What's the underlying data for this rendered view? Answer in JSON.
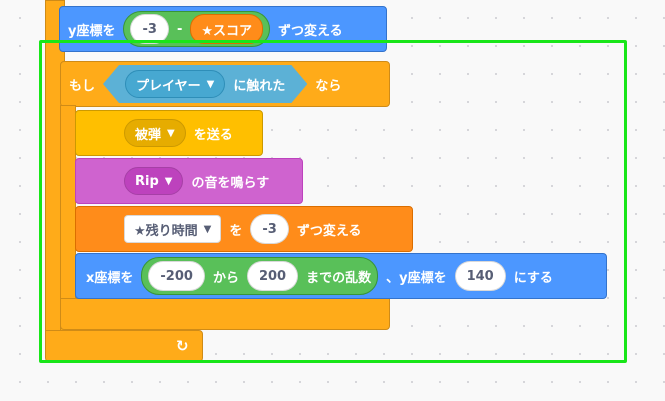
{
  "top_block": {
    "prefix": "y座標を",
    "value": "-3",
    "operator": "-",
    "reporter": "★スコア",
    "suffix": "ずつ変える"
  },
  "if_block": {
    "if_label": "もし",
    "sensing_target": "プレイヤー",
    "sensing_label": "に触れた",
    "then_label": "なら"
  },
  "broadcast_block": {
    "message": "被弾",
    "label": "を送る"
  },
  "sound_block": {
    "sound": "Rip",
    "label": "の音を鳴らす"
  },
  "change_var_block": {
    "variable": "★残り時間",
    "label_to": "を",
    "value": "-3",
    "label_by": "ずつ変える"
  },
  "goto_block": {
    "x_label": "x座標を",
    "random_from": "-200",
    "from_label": "から",
    "random_to": "200",
    "range_label": "までの乱数",
    "y_label": "、y座標を",
    "y_value": "140",
    "suffix": "にする"
  },
  "loop_icon": "loop-arrow-icon",
  "highlight_color": "#19E619"
}
